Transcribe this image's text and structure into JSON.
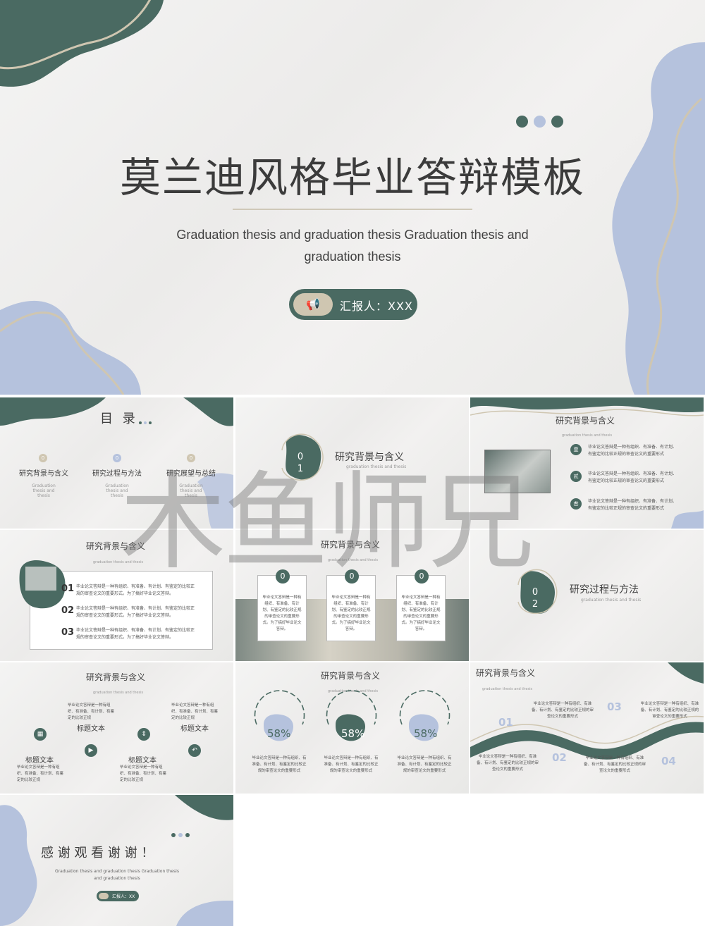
{
  "hero": {
    "title": "莫兰迪风格毕业答辩模板",
    "subtitle": "Graduation thesis and graduation thesis  Graduation thesis and graduation thesis",
    "presenter": "汇报人：XXX",
    "icon": "megaphone-icon"
  },
  "colors": {
    "green": "#4a6a62",
    "blue": "#b5c2dd",
    "tan": "#cfc6b1"
  },
  "watermark": "木鱼师兄",
  "slides": {
    "toc": {
      "title": "目 录",
      "items": [
        {
          "num": "0",
          "label": "研究背景与含义",
          "sub": "Graduation thesis and thesis"
        },
        {
          "num": "0",
          "label": "研究过程与方法",
          "sub": "Graduation thesis and thesis"
        },
        {
          "num": "0",
          "label": "研究展望与总结",
          "sub": "Graduation thesis and thesis"
        }
      ]
    },
    "section1": {
      "num": "0 1",
      "title": "研究背景与含义",
      "sub": "graduation thesis and thesis"
    },
    "s3": {
      "title": "研究背景与含义",
      "sub": "graduation thesis and thesis",
      "items": [
        {
          "badge": "壹",
          "text": "毕业论文答辩是一种有组织、有准备、有计划、有鉴定的比较正规的审查论文的重要形式"
        },
        {
          "badge": "贰",
          "text": "毕业论文答辩是一种有组织、有准备、有计划、有鉴定的比较正规的审查论文的重要形式"
        },
        {
          "badge": "叁",
          "text": "毕业论文答辩是一种有组织、有准备、有计划、有鉴定的比较正规的审查论文的重要形式"
        }
      ]
    },
    "s4": {
      "title": "研究背景与含义",
      "sub": "graduation thesis and thesis",
      "items": [
        {
          "num": "01",
          "text": "毕业论文答辩是一种有组织、有准备、有计划、有鉴定的比较正规的审查论文的重要形式。为了搞好毕业论文答辩。"
        },
        {
          "num": "02",
          "text": "毕业论文答辩是一种有组织、有准备、有计划、有鉴定的比较正规的审查论文的重要形式。为了搞好毕业论文答辩。"
        },
        {
          "num": "03",
          "text": "毕业论文答辩是一种有组织、有准备、有计划、有鉴定的比较正规的审查论文的重要形式。为了搞好毕业论文答辩。"
        }
      ]
    },
    "s5": {
      "title": "研究背景与含义",
      "sub": "graduation thesis and thesis",
      "cards": [
        {
          "num": "0",
          "text": "毕业论文答辩是一种有组织、有准备、有计划、有鉴定的比较正规的审查论文的重要形式。为了搞好毕业论文答辩。"
        },
        {
          "num": "0",
          "text": "毕业论文答辩是一种有组织、有准备、有计划、有鉴定的比较正规的审查论文的重要形式。为了搞好毕业论文答辩。"
        },
        {
          "num": "0",
          "text": "毕业论文答辩是一种有组织、有准备、有计划、有鉴定的比较正规的审查论文的重要形式。为了搞好毕业论文答辩。"
        }
      ]
    },
    "section2": {
      "num": "0 2",
      "title": "研究过程与方法",
      "sub": "graduation thesis and thesis"
    },
    "s7": {
      "title": "研究背景与含义",
      "sub": "graduation thesis and thesis",
      "top_items": [
        {
          "title": "标题文本",
          "text": "毕业论文答辩是一种有组织、有准备、有计划、有鉴定的比较正规"
        },
        {
          "title": "标题文本",
          "text": "毕业论文答辩是一种有组织、有准备、有计划、有鉴定的比较正规"
        }
      ],
      "bottom_items": [
        {
          "title": "标题文本",
          "text": "毕业论文答辩是一种有组织、有准备、有计划、有鉴定的比较正规"
        },
        {
          "title": "标题文本",
          "text": "毕业论文答辩是一种有组织、有准备、有计划、有鉴定的比较正规"
        }
      ]
    },
    "s8": {
      "title": "研究背景与含义",
      "sub": "graduation thesis and thesis",
      "items": [
        {
          "pct": "58%",
          "value": 0.58,
          "text": "毕业论文答辩是一种有组织、有准备、有计划、有鉴定的比较正规的审查论文的重要形式"
        },
        {
          "pct": "58%",
          "value": 0.58,
          "text": "毕业论文答辩是一种有组织、有准备、有计划、有鉴定的比较正规的审查论文的重要形式"
        },
        {
          "pct": "58%",
          "value": 0.58,
          "text": "毕业论文答辩是一种有组织、有准备、有计划、有鉴定的比较正规的审查论文的重要形式"
        }
      ]
    },
    "s9": {
      "title": "研究背景与含义",
      "sub": "graduation thesis and thesis",
      "items": [
        {
          "num": "01",
          "text": "毕业论文答辩是一种有组织、有准备、有计划、有鉴定的比较正规的审查论文的重要形式"
        },
        {
          "num": "02",
          "text": "毕业论文答辩是一种有组织、有准备、有计划、有鉴定的比较正规的审查论文的重要形式"
        },
        {
          "num": "03",
          "text": "毕业论文答辩是一种有组织、有准备、有计划、有鉴定的比较正规的审查论文的重要形式"
        },
        {
          "num": "04",
          "text": "毕业论文答辩是一种有组织、有准备、有计划、有鉴定的比较正规的审查论文的重要形式"
        }
      ]
    },
    "thanks": {
      "title": "感 谢 观 看 谢 谢 ！",
      "sub": "Graduation thesis and graduation thesis  Graduation thesis and graduation thesis",
      "presenter": "汇报人：XX"
    }
  }
}
